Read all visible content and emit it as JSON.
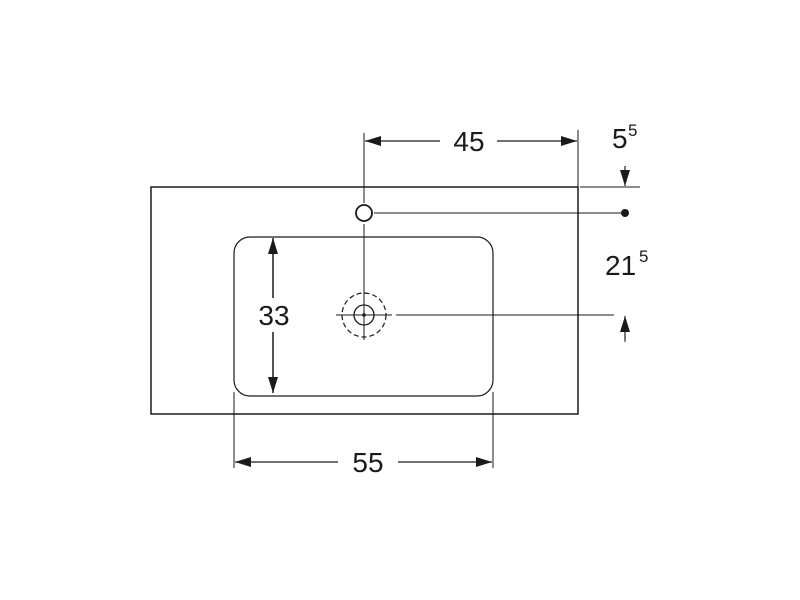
{
  "dimensions": {
    "tap_offset": "45",
    "edge_to_tap_main": "5",
    "edge_to_tap_sup": "5",
    "tap_to_drain_main": "21",
    "tap_to_drain_sup": "5",
    "bowl_depth": "33",
    "bowl_width": "55"
  },
  "colors": {
    "line": "#1a1a1a",
    "background": "#ffffff"
  }
}
